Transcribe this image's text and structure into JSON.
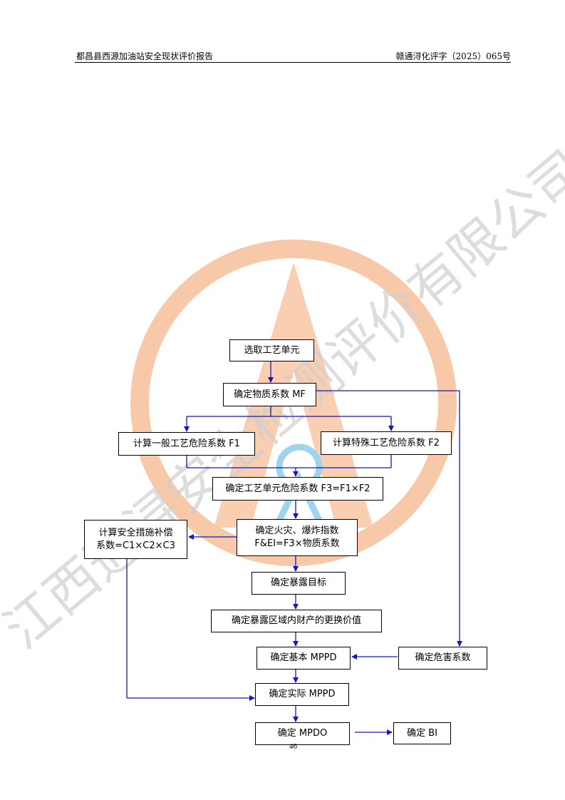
{
  "header": {
    "left": "都昌县西源加油站安全现状评价报告",
    "right": "赣通浔化评字（2025）065号"
  },
  "flowchart": {
    "nodes": {
      "select_unit": "选取工艺单元",
      "material_factor": "确定物质系数 MF",
      "general_hazard": "计算一般工艺危险系数 F1",
      "special_hazard": "计算特殊工艺危险系数 F2",
      "unit_hazard": "确定工艺单元危险系数 F3=F1×F2",
      "fei": "确定火灾、爆炸指数\nF&EI=F3×物质系数",
      "safety_credit": "计算安全措施补偿\n系数=C1×C2×C3",
      "exposure_target": "确定暴露目标",
      "replacement_value": "确定暴露区域内财产的更换价值",
      "base_mppd": "确定基本 MPPD",
      "damage_factor": "确定危害系数",
      "actual_mppd": "确定实际 MPPD",
      "mpdo": "确定 MPDO",
      "bi": "确定 BI"
    }
  },
  "watermark": {
    "text": "江西通浔安全检测评价有限公司",
    "ring_color": "#f8c9a8",
    "text_color": "#cfcfcf",
    "accent_color": "#9fd3ee"
  },
  "colors": {
    "arrow": "#1515c8"
  },
  "page_number": "46"
}
